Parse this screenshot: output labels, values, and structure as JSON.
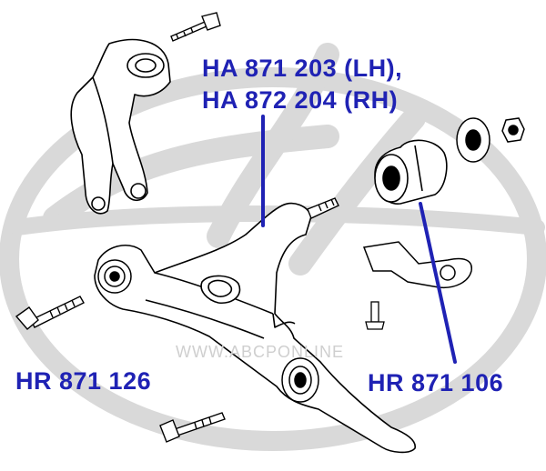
{
  "labels": {
    "arm_lh": "HA 871 203 (LH),",
    "arm_rh": "HA 872 204 (RH)",
    "front_bushing": "HR 871 126",
    "rear_bushing": "HR 871 106"
  },
  "watermark": "WWW.ABCPONLINE",
  "colors": {
    "label": "#1f22b4",
    "pointer": "#1f22b4",
    "line_art": "#000000",
    "logo_watermark": "#d9d9d9",
    "text_watermark": "#cfcfcf"
  }
}
